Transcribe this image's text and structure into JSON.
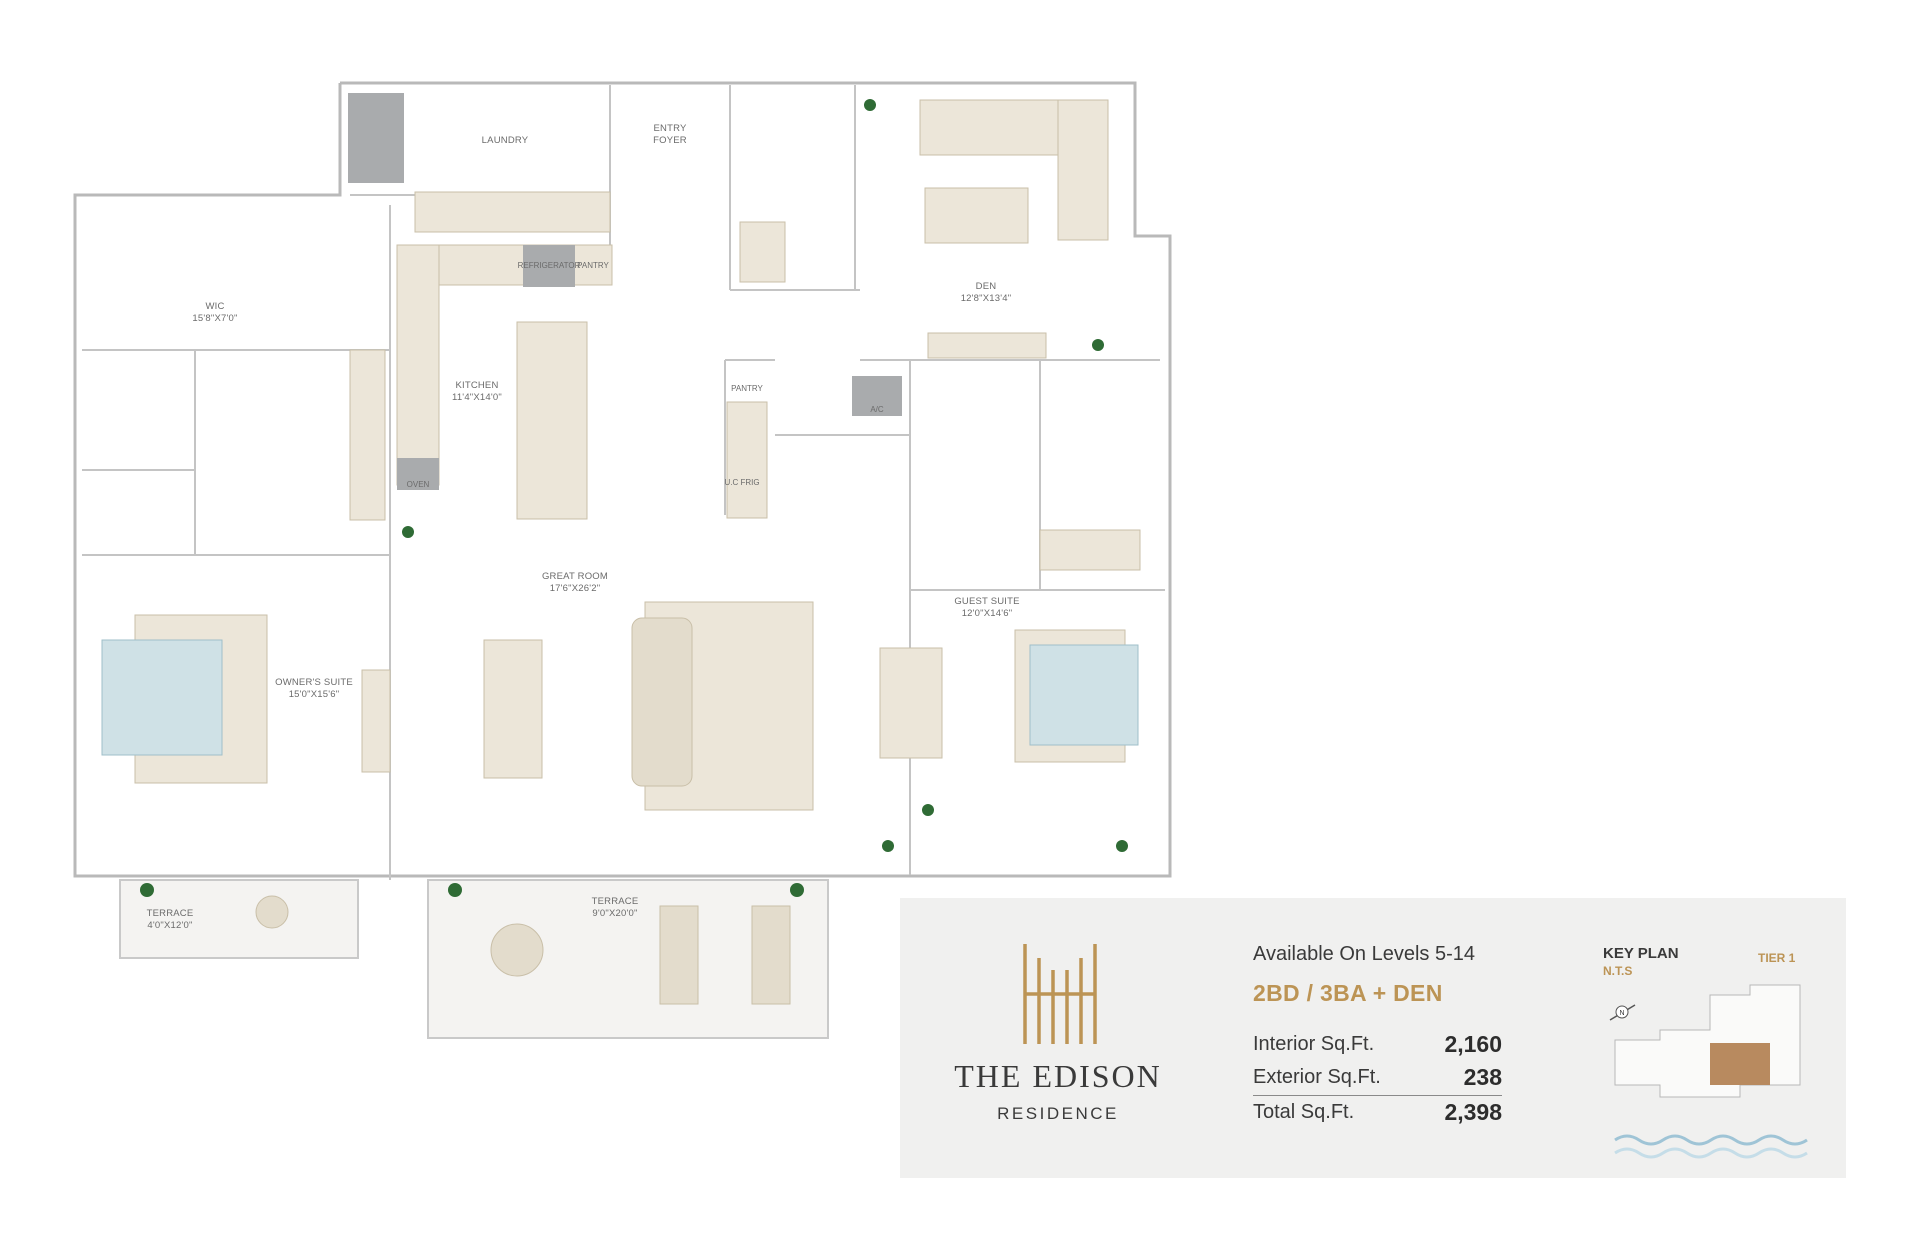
{
  "rooms": {
    "laundry": "LAUNDRY",
    "entry_foyer_1": "ENTRY",
    "entry_foyer_2": "FOYER",
    "wic": "WIC",
    "wic_dim": "15'8\"X7'0\"",
    "refrigerator": "REFRIGERATOR",
    "pantry_top": "PANTRY",
    "kitchen": "KITCHEN",
    "kitchen_dim": "11'4\"X14'0\"",
    "oven": "OVEN",
    "pantry": "PANTRY",
    "uc_frig": "U.C FRIG",
    "ac": "A/C",
    "den": "DEN",
    "den_dim": "12'8\"X13'4\"",
    "great_room": "GREAT ROOM",
    "great_room_dim": "17'6\"X26'2\"",
    "owners_suite": "OWNER'S SUITE",
    "owners_suite_dim": "15'0\"X15'6\"",
    "guest_suite": "GUEST SUITE",
    "guest_suite_dim": "12'0\"X14'6\"",
    "terrace_left": "TERRACE",
    "terrace_left_dim": "4'0\"X12'0\"",
    "terrace_right": "TERRACE",
    "terrace_right_dim": "9'0\"X20'0\""
  },
  "brand": {
    "name": "THE EDISON",
    "subtitle": "RESIDENCE",
    "accent_color": "#bc9455"
  },
  "details": {
    "availability": "Available On Levels 5-14",
    "unit_type": "2BD / 3BA + DEN",
    "rows": [
      {
        "label": "Interior Sq.Ft.",
        "value": "2,160"
      },
      {
        "label": "Exterior Sq.Ft.",
        "value": "238"
      },
      {
        "label": "Total Sq.Ft.",
        "value": "2,398"
      }
    ]
  },
  "key_plan": {
    "title": "KEY PLAN",
    "scale": "N.T.S",
    "tier": "TIER 1",
    "compass": "N"
  }
}
